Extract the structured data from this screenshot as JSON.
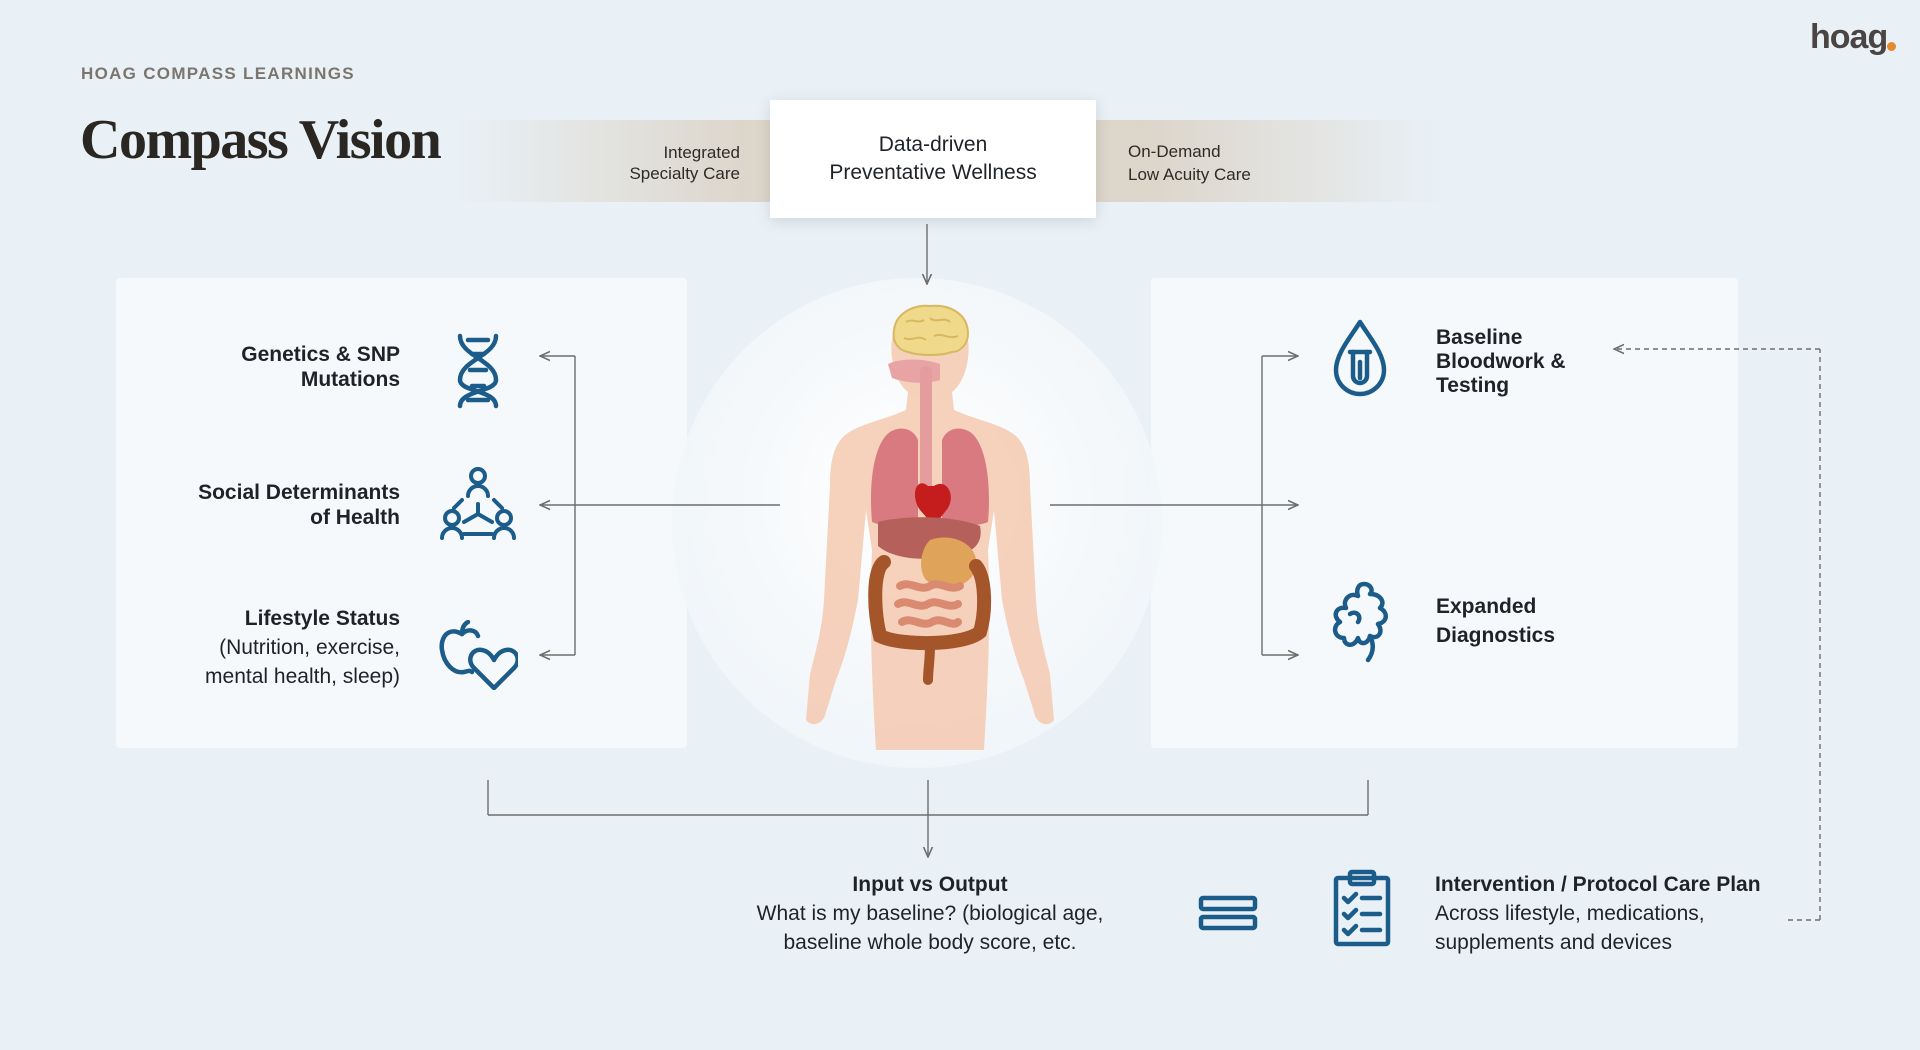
{
  "header": {
    "eyebrow": "HOAG COMPASS LEARNINGS",
    "title": "Compass Vision",
    "logo": "hoag"
  },
  "band": {
    "left": [
      "Integrated",
      "Specialty Care"
    ],
    "center": [
      "Data-driven",
      "Preventative Wellness"
    ],
    "right": [
      "On-Demand",
      "Low Acuity Care"
    ]
  },
  "inputs": [
    {
      "lines": [
        "Genetics & SNP",
        "Mutations"
      ],
      "icon": "dna-icon"
    },
    {
      "lines": [
        "Social Determinants",
        "of Health"
      ],
      "icon": "community-network-icon"
    },
    {
      "title": "Lifestyle Status",
      "lines": [
        "(Nutrition, exercise,",
        "mental health, sleep)"
      ],
      "icon": "apple-heart-icon"
    }
  ],
  "outputs": [
    {
      "lines": [
        "Baseline",
        "Bloodwork &",
        "Testing"
      ],
      "icon": "blood-drop-test-tube-icon"
    },
    {
      "lines": [
        "Expanded",
        "Diagnostics"
      ],
      "icon": "intestine-icon"
    }
  ],
  "bottom": {
    "input_output": {
      "title": "Input vs Output",
      "lines": [
        "What is my baseline? (biological age,",
        "baseline whole body score, etc."
      ]
    },
    "care_plan": {
      "title": "Intervention / Protocol Care Plan",
      "lines": [
        "Across lifestyle, medications,",
        "supplements and devices"
      ]
    }
  },
  "icons": [
    "dna-icon",
    "community-network-icon",
    "apple-heart-icon",
    "blood-drop-test-tube-icon",
    "intestine-icon",
    "equals-icon",
    "clipboard-checklist-icon",
    "human-anatomy-icon"
  ],
  "colors": {
    "icon_blue": "#1c5c8a",
    "background": "#e9f1f7",
    "accent_orange": "#e6892c"
  }
}
